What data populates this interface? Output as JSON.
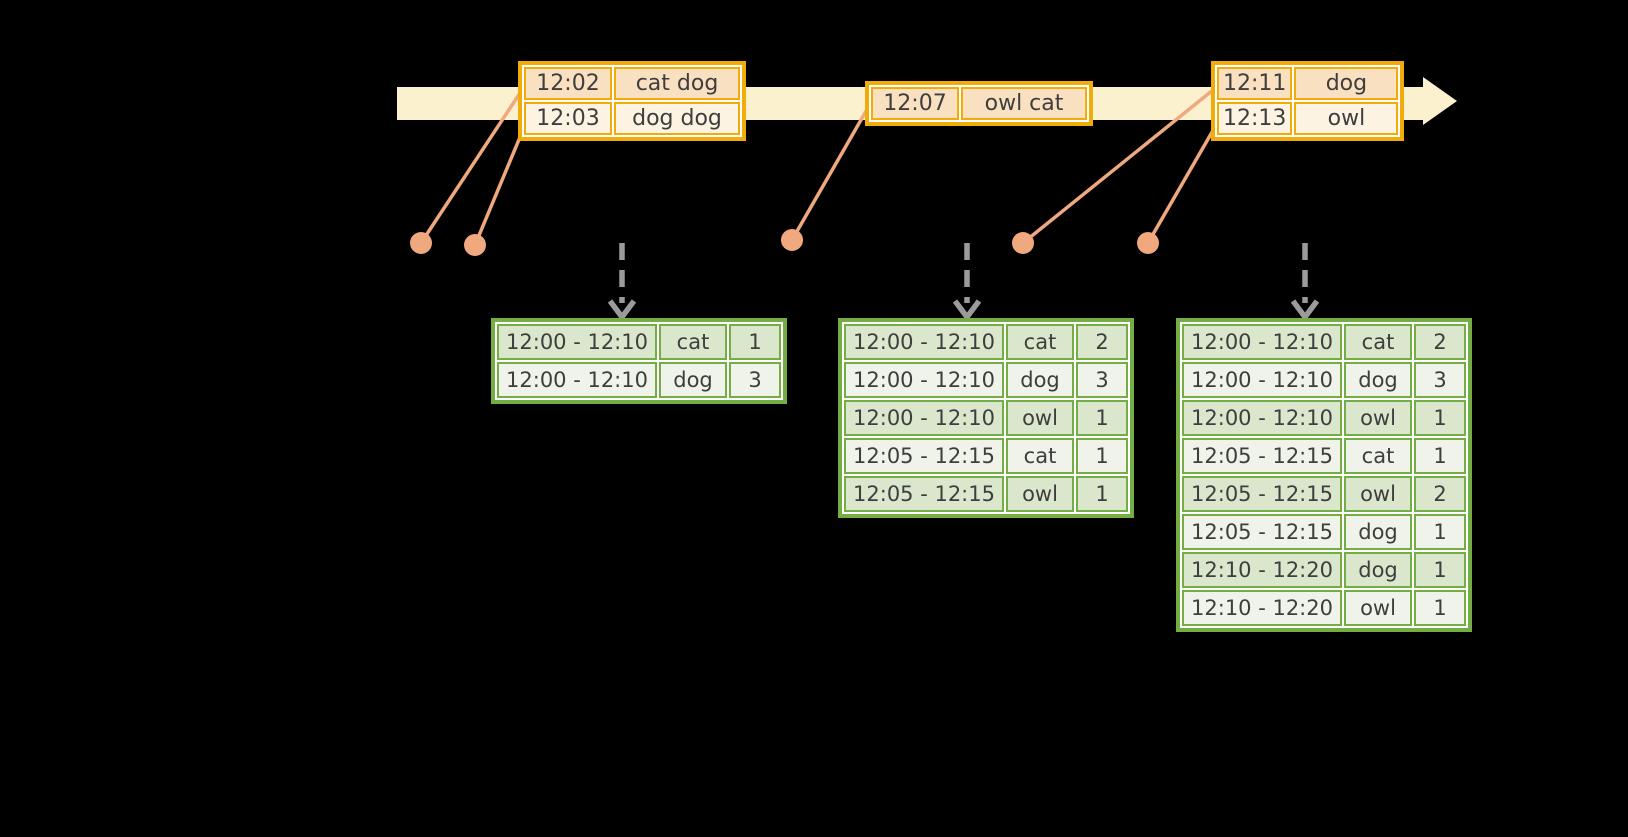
{
  "colors": {
    "background": "#000000",
    "timeline_band": "#FCF1CE",
    "input_table_border": "#F2AC0A",
    "input_row_dark": "#F9E0C0",
    "input_row_light": "#FDF3E3",
    "event_dot": "#F0A87E",
    "result_table_border": "#74AD43",
    "result_row_dark": "#DBE7CD",
    "result_row_light": "#EFF3E9",
    "trigger_arrow": "#9B9B9B",
    "text": "#3E3E3E"
  },
  "icons": {
    "timeline": "right-arrow-band",
    "event_marker": "dot-with-leader-line",
    "trigger": "dashed-down-arrow"
  },
  "tables": {
    "input1": {
      "rows": [
        {
          "time": "12:02",
          "words": "cat dog"
        },
        {
          "time": "12:03",
          "words": "dog dog"
        }
      ]
    },
    "input2": {
      "rows": [
        {
          "time": "12:07",
          "words": "owl cat"
        }
      ]
    },
    "input3": {
      "rows": [
        {
          "time": "12:11",
          "words": "dog"
        },
        {
          "time": "12:13",
          "words": "owl"
        }
      ]
    },
    "result1": {
      "rows": [
        {
          "window": "12:00 - 12:10",
          "word": "cat",
          "count": "1"
        },
        {
          "window": "12:00 - 12:10",
          "word": "dog",
          "count": "3"
        }
      ]
    },
    "result2": {
      "rows": [
        {
          "window": "12:00 - 12:10",
          "word": "cat",
          "count": "2"
        },
        {
          "window": "12:00 - 12:10",
          "word": "dog",
          "count": "3"
        },
        {
          "window": "12:00 - 12:10",
          "word": "owl",
          "count": "1"
        },
        {
          "window": "12:05 - 12:15",
          "word": "cat",
          "count": "1"
        },
        {
          "window": "12:05 - 12:15",
          "word": "owl",
          "count": "1"
        }
      ]
    },
    "result3": {
      "rows": [
        {
          "window": "12:00 - 12:10",
          "word": "cat",
          "count": "2"
        },
        {
          "window": "12:00 - 12:10",
          "word": "dog",
          "count": "3"
        },
        {
          "window": "12:00 - 12:10",
          "word": "owl",
          "count": "1"
        },
        {
          "window": "12:05 - 12:15",
          "word": "cat",
          "count": "1"
        },
        {
          "window": "12:05 - 12:15",
          "word": "owl",
          "count": "2"
        },
        {
          "window": "12:05 - 12:15",
          "word": "dog",
          "count": "1"
        },
        {
          "window": "12:10 - 12:20",
          "word": "dog",
          "count": "1"
        },
        {
          "window": "12:10 - 12:20",
          "word": "owl",
          "count": "1"
        }
      ]
    }
  }
}
